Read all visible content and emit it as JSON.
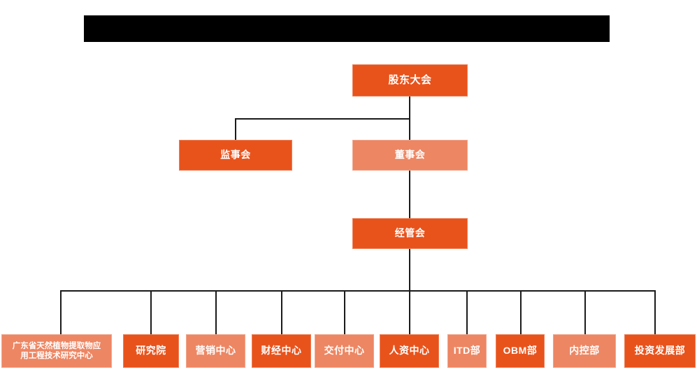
{
  "chart_meta": {
    "type": "org-chart",
    "title_bar_redacted": true,
    "background_color": "#FFFFFF",
    "dark_color": "#E8531C",
    "light_color": "#ED8663",
    "connector_color": "#1A1A1A",
    "text_color": "#FFFFFF"
  },
  "levels": {
    "level1": {
      "nodes": [
        {
          "label": "股东大会",
          "tone": "dark"
        }
      ]
    },
    "level2": {
      "nodes": [
        {
          "label": "监事会",
          "tone": "dark"
        },
        {
          "label": "董事会",
          "tone": "light"
        }
      ]
    },
    "level3": {
      "nodes": [
        {
          "label": "经管会",
          "tone": "dark"
        }
      ]
    },
    "level4": {
      "nodes": [
        {
          "label": "广东省天然植物提取物应用工程技术研究中心",
          "line1": "广东省天然植物提取物应",
          "line2": "用工程技术研究中心",
          "tone": "light"
        },
        {
          "label": "研究院",
          "tone": "dark"
        },
        {
          "label": "营销中心",
          "tone": "light"
        },
        {
          "label": "财经中心",
          "tone": "dark"
        },
        {
          "label": "交付中心",
          "tone": "light"
        },
        {
          "label": "人资中心",
          "tone": "dark"
        },
        {
          "label": "ITD部",
          "tone": "light"
        },
        {
          "label": "OBM部",
          "tone": "dark"
        },
        {
          "label": "内控部",
          "tone": "light"
        },
        {
          "label": "投资发展部",
          "tone": "dark"
        }
      ]
    }
  }
}
